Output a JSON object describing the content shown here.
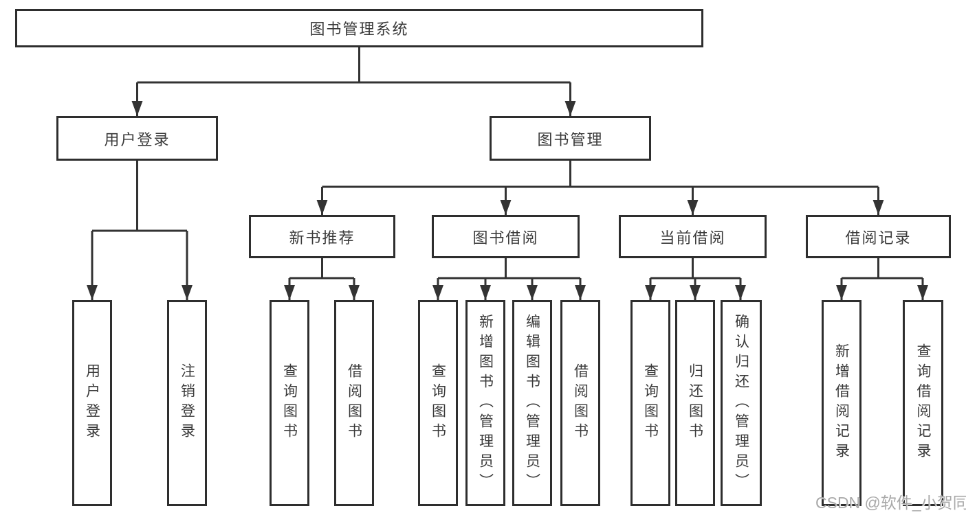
{
  "diagram": {
    "type": "hierarchy-tree",
    "colors": {
      "line": "#333333",
      "box_border": "#2e2e2e",
      "box_fill": "#ffffff",
      "text": "#3a3a3a",
      "watermark_text": "#a9a9a9",
      "background": "#ffffff"
    },
    "watermark": "CSDN @软件_小贺同学",
    "tree": {
      "label": "图书管理系统",
      "children": [
        {
          "label": "用户登录",
          "children": [
            {
              "label": "用户登录"
            },
            {
              "label": "注销登录"
            }
          ]
        },
        {
          "label": "图书管理",
          "children": [
            {
              "label": "新书推荐",
              "children": [
                {
                  "label": "查询图书"
                },
                {
                  "label": "借阅图书"
                }
              ]
            },
            {
              "label": "图书借阅",
              "children": [
                {
                  "label": "查询图书"
                },
                {
                  "label": "新增图书（管理员）"
                },
                {
                  "label": "编辑图书（管理员）"
                },
                {
                  "label": "借阅图书"
                }
              ]
            },
            {
              "label": "当前借阅",
              "children": [
                {
                  "label": "查询图书"
                },
                {
                  "label": "归还图书"
                },
                {
                  "label": "确认归还（管理员）"
                }
              ]
            },
            {
              "label": "借阅记录",
              "children": [
                {
                  "label": "新增借阅记录"
                },
                {
                  "label": "查询借阅记录"
                }
              ]
            }
          ]
        }
      ]
    }
  }
}
